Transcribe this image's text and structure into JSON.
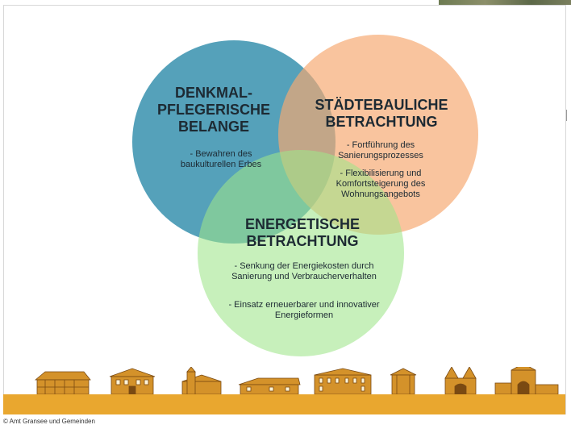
{
  "colors": {
    "denkmal_circle": "#2f8cab",
    "staedte_circle": "#f6a870",
    "energie_circle": "#9ee68a",
    "footer_band": "#e9a72f",
    "building_fill": "#d4922a"
  },
  "circles": {
    "denkmal": {
      "title_lines": [
        "DENKMAL-",
        "PFLEGERISCHE",
        "BELANGE"
      ],
      "items": [
        "- Bewahren des baukulturellen Erbes"
      ]
    },
    "staedtebau": {
      "title_lines": [
        "STÄDTEBAULICHE",
        "BETRACHTUNG"
      ],
      "items": [
        "- Fortführung des Sanierungsprozesses",
        "- Flexibilisierung und Komfortsteigerung des Wohnungsangebots"
      ]
    },
    "energie": {
      "title_lines": [
        "ENERGETISCHE",
        "BETRACHTUNG"
      ],
      "items": [
        "- Senkung der Energiekosten durch Sanierung und Verbraucherverhalten",
        "- Einsatz erneuerbarer und innovativer Energieformen"
      ]
    }
  },
  "footer": {
    "building_icons": [
      "half-timbered-house-icon",
      "manor-house-icon",
      "village-church-icon",
      "farmhouse-icon",
      "palace-icon",
      "well-house-icon",
      "church-tower-icon",
      "city-gate-icon"
    ]
  },
  "copyright": "© Amt Gransee und Gemeinden"
}
